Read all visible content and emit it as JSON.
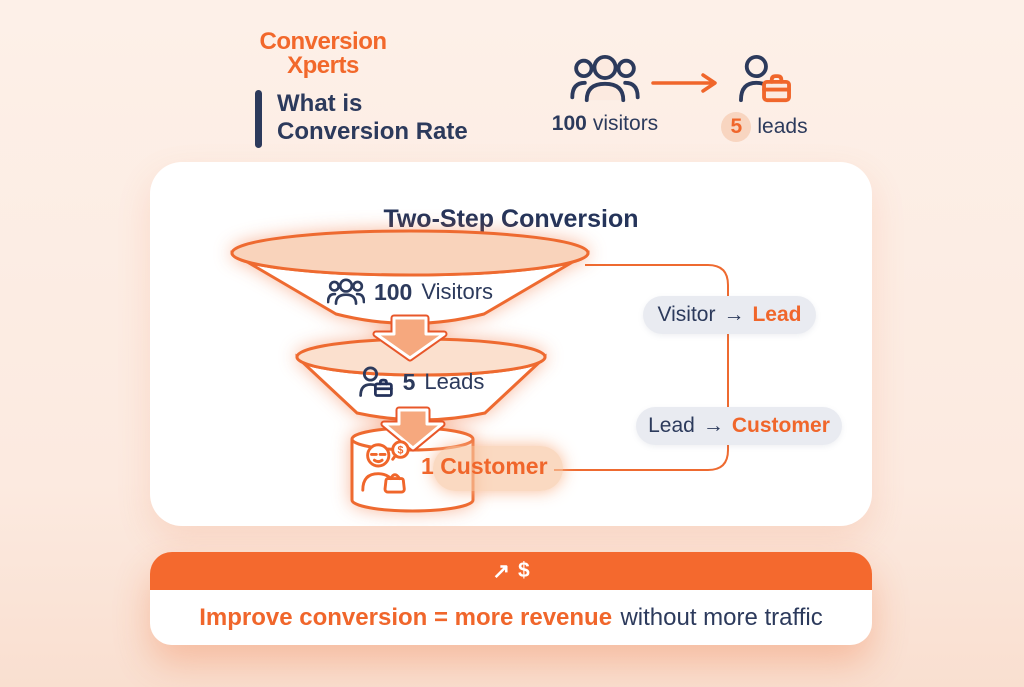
{
  "colors": {
    "orange": "#F0662B",
    "orange_banner": "#F4692E",
    "navy": "#2C3A5C",
    "background_peach": "#FCEAE0",
    "light_orange_fill": "#F9D3BB",
    "badge_gray": "#E9EBF1"
  },
  "header": {
    "brand": {
      "line1": "Conversion",
      "line2": "Xperts"
    },
    "heading": {
      "line1": "What is",
      "line2": "Conversion Rate"
    },
    "flow": {
      "visitors": {
        "count": "100",
        "label": "visitors",
        "icon": "users-group-icon"
      },
      "arrow_icon": "right-arrow-icon",
      "leads": {
        "count": "5",
        "label": "leads",
        "icon": "person-briefcase-icon"
      }
    }
  },
  "card": {
    "title": "Two-Step Conversion",
    "stages": [
      {
        "count": "100",
        "label": "Visitors",
        "icon": "users-group-icon"
      },
      {
        "count": "5",
        "label": "Leads",
        "icon": "person-briefcase-icon"
      },
      {
        "count": "1",
        "label": "Customer",
        "icon": "shopper-icon"
      }
    ],
    "badges": [
      {
        "from": "Visitor",
        "arrow": "→",
        "to": "Lead"
      },
      {
        "from": "Lead",
        "arrow": "→",
        "to": "Customer"
      }
    ]
  },
  "banner": {
    "trend_glyph": "↗",
    "dollar_glyph": "$",
    "highlight": "Improve conversion = more revenue",
    "rest": "without more traffic"
  }
}
